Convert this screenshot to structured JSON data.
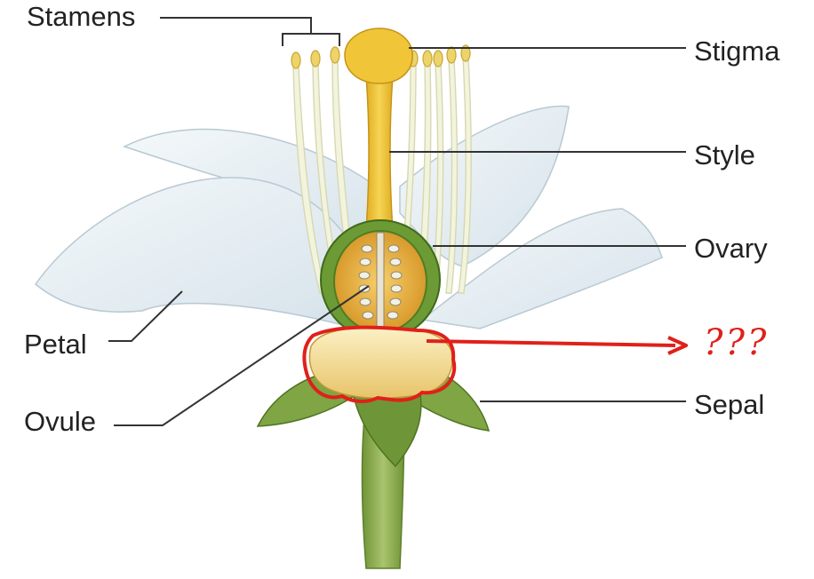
{
  "labels": {
    "stamens": "Stamens",
    "stigma": "Stigma",
    "style": "Style",
    "ovary": "Ovary",
    "petal": "Petal",
    "ovule": "Ovule",
    "sepal": "Sepal"
  },
  "annotation": {
    "text": "???",
    "color": "#e0201a"
  },
  "colors": {
    "petal": "#e6eef2",
    "petal_shadow": "#c9d8e0",
    "filament": "#f2f3dc",
    "anther": "#ecd46a",
    "pistil": "#f0c638",
    "ovary_wall": "#5a8a2c",
    "sepal": "#7fa544",
    "stem": "#8cab52",
    "receptacle": "#f3dc92",
    "leader_line": "#333333"
  }
}
